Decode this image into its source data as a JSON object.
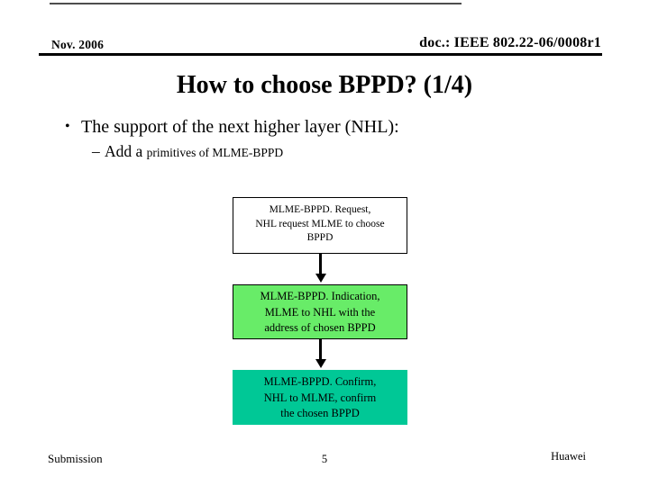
{
  "header": {
    "date": "Nov. 2006",
    "doc": "doc.: IEEE 802.22-06/0008r1"
  },
  "title": "How to choose BPPD? (1/4)",
  "bullets": {
    "main_marker": "•",
    "main": "The support of the next higher layer (NHL):",
    "sub_marker": "–",
    "sub_large": "Add a ",
    "sub_small": "primitives of MLME-BPPD"
  },
  "flowchart": {
    "arrow_color": "#000000",
    "boxes": [
      {
        "fill": "#FFFFFF",
        "border": "#000000",
        "lines": [
          "MLME-BPPD. Request,",
          "NHL request MLME to choose",
          "BPPD"
        ]
      },
      {
        "fill": "#68EC68",
        "border": "#000000",
        "lines": [
          "MLME-BPPD. Indication,",
          "MLME to NHL with the",
          "address of chosen BPPD"
        ]
      },
      {
        "fill": "#00C896",
        "border": "none",
        "lines": [
          "MLME-BPPD. Confirm,",
          "NHL to MLME, confirm",
          "the chosen BPPD"
        ]
      }
    ]
  },
  "footer": {
    "left": "Submission",
    "page": "5",
    "right": "Huawei"
  }
}
